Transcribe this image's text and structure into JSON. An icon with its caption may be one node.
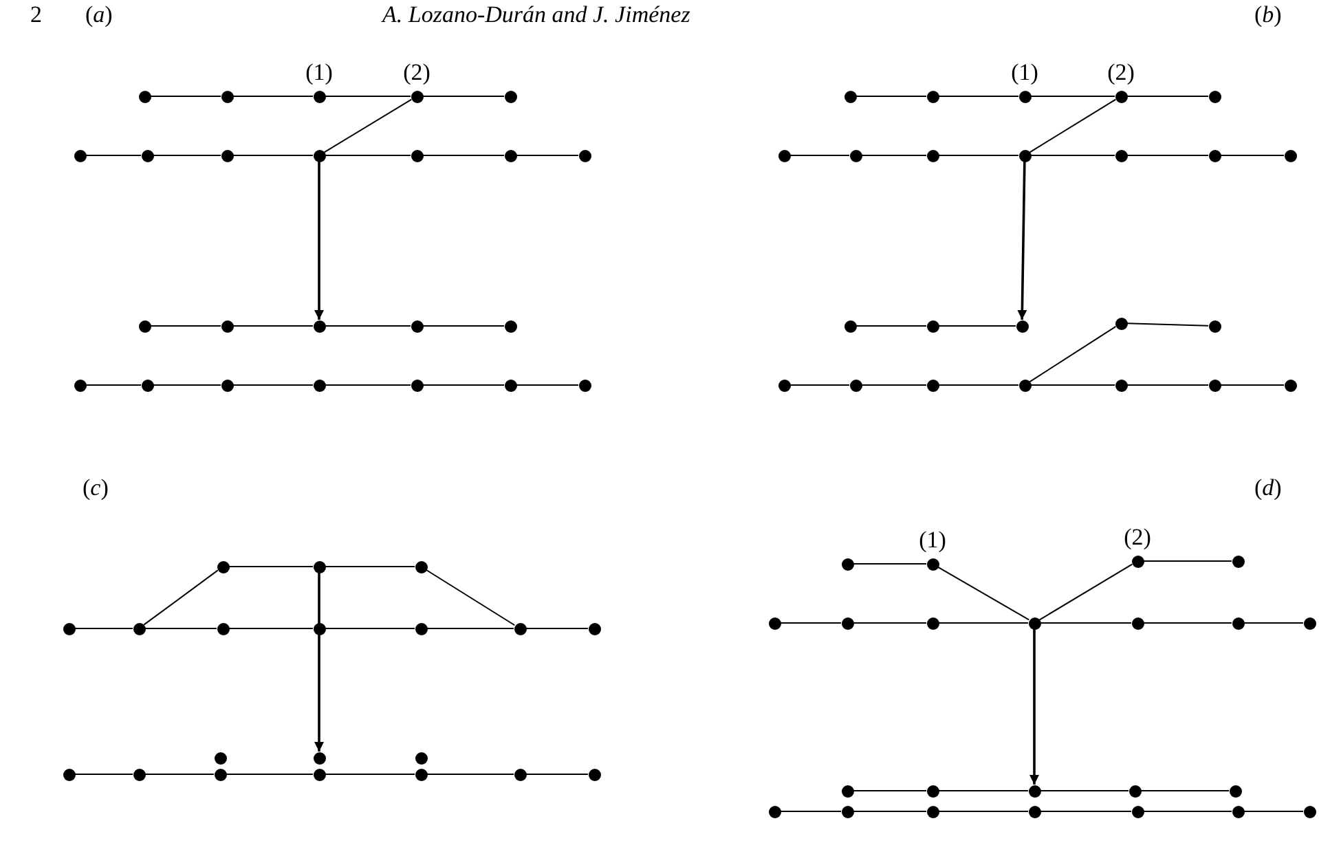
{
  "diagram": {
    "nodes": [
      {
        "text": [],
        "shape": "circle"
      },
      {
        "text": [],
        "shape": "circle"
      },
      {
        "text": [],
        "shape": "circle",
        "beside": [
          "(1)"
        ]
      },
      {
        "text": [],
        "shape": "circle",
        "beside": [
          "(2)"
        ]
      },
      {
        "text": [],
        "shape": "circle"
      },
      {
        "text": [],
        "shape": "circle"
      },
      {
        "text": [],
        "shape": "circle"
      },
      {
        "text": [],
        "shape": "circle"
      },
      {
        "text": [],
        "shape": "circle"
      },
      {
        "text": [],
        "shape": "circle"
      },
      {
        "text": [],
        "shape": "circle"
      },
      {
        "text": [],
        "shape": "circle"
      },
      {
        "text": [],
        "shape": "circle"
      },
      {
        "text": [],
        "shape": "circle"
      },
      {
        "text": [],
        "shape": "circle"
      },
      {
        "text": [],
        "shape": "circle"
      },
      {
        "text": [],
        "shape": "circle"
      },
      {
        "text": [],
        "shape": "circle"
      },
      {
        "text": [],
        "shape": "circle"
      },
      {
        "text": [],
        "shape": "circle"
      },
      {
        "text": [],
        "shape": "circle"
      },
      {
        "text": [],
        "shape": "circle"
      },
      {
        "text": [],
        "shape": "circle"
      },
      {
        "text": [],
        "shape": "circle"
      },
      {
        "text": [],
        "shape": "circle"
      },
      {
        "text": [],
        "shape": "circle"
      },
      {
        "text": [],
        "shape": "circle",
        "beside": [
          "(1)"
        ]
      },
      {
        "text": [],
        "shape": "circle",
        "beside": [
          "(2)"
        ]
      },
      {
        "text": [],
        "shape": "circle"
      },
      {
        "text": [],
        "shape": "circle"
      },
      {
        "text": [],
        "shape": "circle"
      },
      {
        "text": [],
        "shape": "circle"
      },
      {
        "text": [],
        "shape": "circle"
      },
      {
        "text": [],
        "shape": "circle"
      },
      {
        "text": [],
        "shape": "circle"
      },
      {
        "text": [],
        "shape": "circle"
      },
      {
        "text": [],
        "shape": "circle"
      },
      {
        "text": [],
        "shape": "circle"
      },
      {
        "text": [],
        "shape": "circle"
      },
      {
        "text": [],
        "shape": "circle"
      },
      {
        "text": [],
        "shape": "circle"
      },
      {
        "text": [],
        "shape": "circle"
      },
      {
        "text": [],
        "shape": "circle"
      },
      {
        "text": [],
        "shape": "circle"
      },
      {
        "text": [],
        "shape": "circle"
      },
      {
        "text": [],
        "shape": "circle"
      },
      {
        "text": [],
        "shape": "circle"
      },
      {
        "text": [],
        "shape": "circle"
      },
      {
        "text": [],
        "shape": "circle"
      },
      {
        "text": [],
        "shape": "circle"
      },
      {
        "text": [],
        "shape": "circle"
      },
      {
        "text": [],
        "shape": "circle"
      },
      {
        "text": [],
        "shape": "circle"
      },
      {
        "text": [],
        "shape": "circle"
      },
      {
        "text": [],
        "shape": "circle"
      },
      {
        "text": [],
        "shape": "circle"
      },
      {
        "text": [],
        "shape": "circle"
      },
      {
        "text": [],
        "shape": "circle"
      },
      {
        "text": [],
        "shape": "circle"
      },
      {
        "text": [],
        "shape": "circle"
      },
      {
        "text": [],
        "shape": "circle"
      },
      {
        "text": [],
        "shape": "circle"
      },
      {
        "text": [],
        "shape": "circle"
      },
      {
        "text": [],
        "shape": "circle"
      },
      {
        "text": [],
        "shape": "circle"
      },
      {
        "text": [],
        "shape": "circle"
      },
      {
        "text": [],
        "shape": "circle"
      },
      {
        "text": [],
        "shape": "circle"
      },
      {
        "text": [],
        "shape": "circle"
      },
      {
        "text": [],
        "shape": "circle",
        "beside": [
          "(1)"
        ]
      },
      {
        "text": [],
        "shape": "circle",
        "beside": [
          "(2)"
        ]
      },
      {
        "text": [],
        "shape": "circle"
      },
      {
        "text": [],
        "shape": "circle"
      },
      {
        "text": [],
        "shape": "circle"
      },
      {
        "text": [],
        "shape": "circle"
      },
      {
        "text": [],
        "shape": "circle"
      },
      {
        "text": [],
        "shape": "circle"
      },
      {
        "text": [],
        "shape": "circle"
      },
      {
        "text": [],
        "shape": "circle"
      },
      {
        "text": [],
        "shape": "circle"
      },
      {
        "text": [],
        "shape": "circle"
      },
      {
        "text": [],
        "shape": "circle"
      },
      {
        "text": [],
        "shape": "circle"
      },
      {
        "text": [],
        "shape": "circle"
      },
      {
        "text": [],
        "shape": "circle"
      },
      {
        "text": [],
        "shape": "circle"
      },
      {
        "text": [],
        "shape": "circle"
      },
      {
        "text": [],
        "shape": "circle"
      },
      {
        "text": [],
        "shape": "circle"
      },
      {
        "text": [],
        "shape": "circle"
      },
      {
        "text": [],
        "shape": "circle"
      }
    ],
    "edges": [
      {
        "from": 0,
        "to": 1,
        "arrow": "none"
      },
      {
        "from": 1,
        "to": 2,
        "arrow": "none"
      },
      {
        "from": 2,
        "to": 3,
        "arrow": "none"
      },
      {
        "from": 3,
        "to": 4,
        "arrow": "none"
      },
      {
        "from": 5,
        "to": 6,
        "arrow": "none"
      },
      {
        "from": 6,
        "to": 7,
        "arrow": "none"
      },
      {
        "from": 7,
        "to": 8,
        "arrow": "none"
      },
      {
        "from": 8,
        "to": 9,
        "arrow": "none"
      },
      {
        "from": 9,
        "to": 10,
        "arrow": "none"
      },
      {
        "from": 10,
        "to": 11,
        "arrow": "none"
      },
      {
        "from": 8,
        "to": 3,
        "arrow": "none"
      },
      {
        "from": 8,
        "to": 14,
        "arrow": "to"
      },
      {
        "from": 12,
        "to": 13,
        "arrow": "none"
      },
      {
        "from": 13,
        "to": 14,
        "arrow": "none"
      },
      {
        "from": 14,
        "to": 15,
        "arrow": "none"
      },
      {
        "from": 15,
        "to": 16,
        "arrow": "none"
      },
      {
        "from": 17,
        "to": 18,
        "arrow": "none"
      },
      {
        "from": 18,
        "to": 19,
        "arrow": "none"
      },
      {
        "from": 19,
        "to": 20,
        "arrow": "none"
      },
      {
        "from": 20,
        "to": 21,
        "arrow": "none"
      },
      {
        "from": 21,
        "to": 22,
        "arrow": "none"
      },
      {
        "from": 22,
        "to": 23,
        "arrow": "none"
      },
      {
        "from": 24,
        "to": 25,
        "arrow": "none"
      },
      {
        "from": 25,
        "to": 26,
        "arrow": "none"
      },
      {
        "from": 26,
        "to": 27,
        "arrow": "none"
      },
      {
        "from": 27,
        "to": 28,
        "arrow": "none"
      },
      {
        "from": 29,
        "to": 30,
        "arrow": "none"
      },
      {
        "from": 30,
        "to": 31,
        "arrow": "none"
      },
      {
        "from": 31,
        "to": 32,
        "arrow": "none"
      },
      {
        "from": 32,
        "to": 33,
        "arrow": "none"
      },
      {
        "from": 33,
        "to": 34,
        "arrow": "none"
      },
      {
        "from": 34,
        "to": 35,
        "arrow": "none"
      },
      {
        "from": 32,
        "to": 27,
        "arrow": "none"
      },
      {
        "from": 32,
        "to": 38,
        "arrow": "to"
      },
      {
        "from": 36,
        "to": 37,
        "arrow": "none"
      },
      {
        "from": 37,
        "to": 38,
        "arrow": "none"
      },
      {
        "from": 39,
        "to": 40,
        "arrow": "none"
      },
      {
        "from": 41,
        "to": 42,
        "arrow": "none"
      },
      {
        "from": 42,
        "to": 43,
        "arrow": "none"
      },
      {
        "from": 43,
        "to": 44,
        "arrow": "none"
      },
      {
        "from": 44,
        "to": 45,
        "arrow": "none"
      },
      {
        "from": 45,
        "to": 46,
        "arrow": "none"
      },
      {
        "from": 46,
        "to": 47,
        "arrow": "none"
      },
      {
        "from": 44,
        "to": 39,
        "arrow": "none"
      },
      {
        "from": 48,
        "to": 49,
        "arrow": "none"
      },
      {
        "from": 49,
        "to": 50,
        "arrow": "none"
      },
      {
        "from": 51,
        "to": 52,
        "arrow": "none"
      },
      {
        "from": 52,
        "to": 53,
        "arrow": "none"
      },
      {
        "from": 53,
        "to": 54,
        "arrow": "none"
      },
      {
        "from": 54,
        "to": 55,
        "arrow": "none"
      },
      {
        "from": 55,
        "to": 56,
        "arrow": "none"
      },
      {
        "from": 56,
        "to": 57,
        "arrow": "none"
      },
      {
        "from": 52,
        "to": 48,
        "arrow": "none"
      },
      {
        "from": 50,
        "to": 56,
        "arrow": "none"
      },
      {
        "from": 49,
        "to": 59,
        "arrow": "to"
      },
      {
        "from": 61,
        "to": 62,
        "arrow": "none"
      },
      {
        "from": 62,
        "to": 63,
        "arrow": "none"
      },
      {
        "from": 63,
        "to": 64,
        "arrow": "none"
      },
      {
        "from": 64,
        "to": 65,
        "arrow": "none"
      },
      {
        "from": 65,
        "to": 66,
        "arrow": "none"
      },
      {
        "from": 66,
        "to": 67,
        "arrow": "none"
      },
      {
        "from": 68,
        "to": 69,
        "arrow": "none"
      },
      {
        "from": 70,
        "to": 71,
        "arrow": "none"
      },
      {
        "from": 72,
        "to": 73,
        "arrow": "none"
      },
      {
        "from": 73,
        "to": 74,
        "arrow": "none"
      },
      {
        "from": 74,
        "to": 75,
        "arrow": "none"
      },
      {
        "from": 75,
        "to": 76,
        "arrow": "none"
      },
      {
        "from": 76,
        "to": 77,
        "arrow": "none"
      },
      {
        "from": 77,
        "to": 78,
        "arrow": "none"
      },
      {
        "from": 69,
        "to": 75,
        "arrow": "none"
      },
      {
        "from": 75,
        "to": 70,
        "arrow": "none"
      },
      {
        "from": 75,
        "to": 81,
        "arrow": "to"
      },
      {
        "from": 79,
        "to": 80,
        "arrow": "none"
      },
      {
        "from": 80,
        "to": 81,
        "arrow": "none"
      },
      {
        "from": 81,
        "to": 82,
        "arrow": "none"
      },
      {
        "from": 82,
        "to": 83,
        "arrow": "none"
      },
      {
        "from": 84,
        "to": 85,
        "arrow": "none"
      },
      {
        "from": 85,
        "to": 86,
        "arrow": "none"
      },
      {
        "from": 86,
        "to": 87,
        "arrow": "none"
      },
      {
        "from": 87,
        "to": 88,
        "arrow": "none"
      },
      {
        "from": 88,
        "to": 89,
        "arrow": "none"
      },
      {
        "from": 89,
        "to": 90,
        "arrow": "none"
      }
    ],
    "labels": [
      "2",
      "(*a*)",
      "A. Lozano-Durán and J. Jiménez",
      "(*b*)",
      "(*c*)",
      "(*d*)"
    ]
  }
}
